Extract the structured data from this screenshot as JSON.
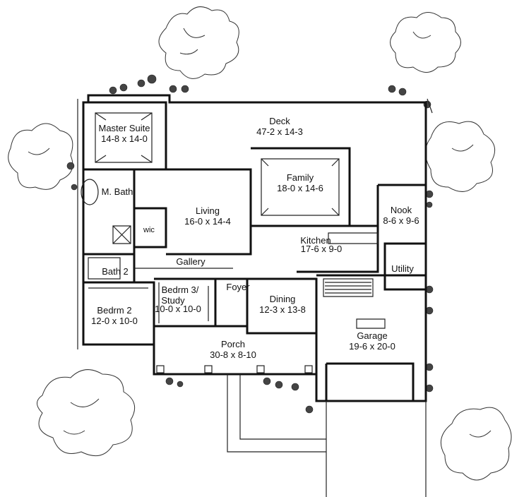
{
  "rooms": {
    "deck": {
      "name": "Deck",
      "dim": "47-2 x 14-3"
    },
    "master": {
      "name": "Master Suite",
      "dim": "14-8 x 14-0"
    },
    "family": {
      "name": "Family",
      "dim": "18-0 x 14-6"
    },
    "mbath": {
      "name": "M. Bath"
    },
    "living": {
      "name": "Living",
      "dim": "16-0 x 14-4"
    },
    "nook": {
      "name": "Nook",
      "dim": "8-6 x 9-6"
    },
    "wic": {
      "name": "wic"
    },
    "kitchen": {
      "name": "Kitchen",
      "dim": "17-6 x 9-0"
    },
    "gallery": {
      "name": "Gallery"
    },
    "utility": {
      "name": "Utility"
    },
    "bath2": {
      "name": "Bath 2"
    },
    "bedrm3": {
      "name": "Bedrm 3/",
      "name2": "Study",
      "dim": "10-0 x 10-0"
    },
    "foyer": {
      "name": "Foyer"
    },
    "dining": {
      "name": "Dining",
      "dim": "12-3 x 13-8"
    },
    "bedrm2": {
      "name": "Bedrm 2",
      "dim": "12-0 x 10-0"
    },
    "garage": {
      "name": "Garage",
      "dim": "19-6 x 20-0"
    },
    "porch": {
      "name": "Porch",
      "dim": "30-8 x 8-10"
    }
  }
}
